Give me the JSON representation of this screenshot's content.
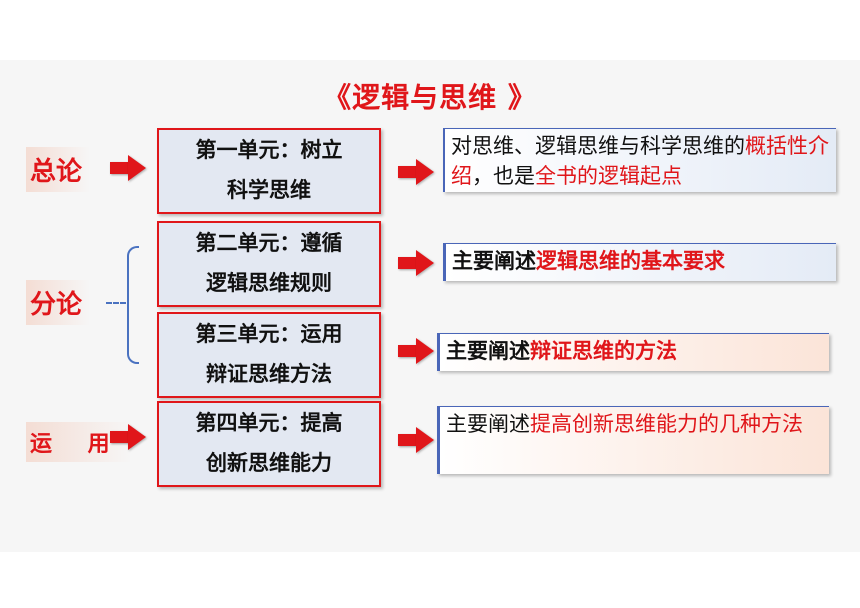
{
  "title": "《逻辑与思维 》",
  "categories": [
    "总论",
    "分论",
    "运 用"
  ],
  "units": [
    {
      "line1": "第一单元：树立",
      "line2": "科学思维"
    },
    {
      "line1": "第二单元：遵循",
      "line2": "逻辑思维规则"
    },
    {
      "line1": "第三单元：运用",
      "line2": "辩证思维方法"
    },
    {
      "line1": "第四单元：提高",
      "line2": "创新思维能力"
    }
  ],
  "descriptions": [
    {
      "text1": "对思维、逻辑思维与科学思维的",
      "red1": "概括性介绍",
      "text2": "，也是",
      "red2": "全书的逻辑起点"
    },
    {
      "text1": "主要阐述",
      "red1": "逻辑思维的基本要求"
    },
    {
      "text1": "主要阐述",
      "red1": "辩证思维的方法"
    },
    {
      "text1": "主要阐述",
      "red1": "提高创新思维能力的几种方法"
    }
  ],
  "colors": {
    "accent": "#e0161a",
    "unit_fill": "#e3e8f2",
    "bracket": "#4a72c0"
  }
}
